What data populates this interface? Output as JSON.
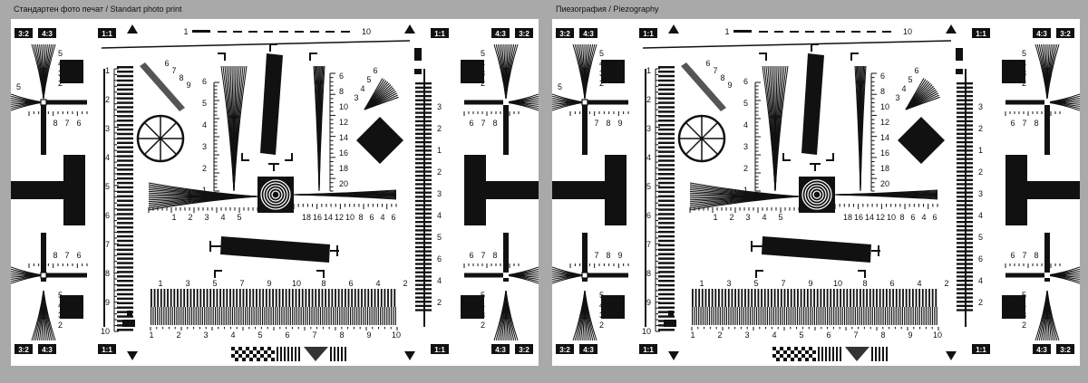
{
  "captions": {
    "left": "Стандартен фото печат / Standart photo print",
    "right": "Пиезография / Piezography"
  },
  "chart_text": {
    "ratio_32": "3:2",
    "ratio_43": "4:3",
    "ratio_11": "1:1",
    "top_scale": {
      "start": "1",
      "end": "10"
    },
    "fan_left_numbers": [
      "6",
      "7",
      "8",
      "9"
    ],
    "fan_right_numbers": [
      "6",
      "5",
      "4",
      "3"
    ],
    "vert_scale_numbers": [
      "6",
      "8",
      "10",
      "12",
      "14",
      "16",
      "18",
      "20"
    ],
    "left_vscale_numbers": [
      "1",
      "2",
      "3",
      "4",
      "5",
      "6"
    ],
    "left_small_numbers": [
      "2",
      "3",
      "4",
      "5"
    ],
    "tall_left_numbers": [
      "1",
      "2",
      "3",
      "4",
      "5",
      "6",
      "7",
      "8",
      "9",
      "10"
    ],
    "right_col_numbers": [
      "3",
      "2",
      "1",
      "2",
      "3",
      "4",
      "5",
      "6",
      "4",
      "2"
    ],
    "h_left_numbers": [
      "1",
      "2",
      "3",
      "4",
      "5"
    ],
    "h_right_numbers": [
      "18",
      "16",
      "14",
      "12",
      "10",
      "8",
      "6",
      "4",
      "6"
    ],
    "bottom_upper_numbers": [
      "1",
      "3",
      "5",
      "7",
      "9",
      "10",
      "8",
      "6",
      "4",
      "2"
    ],
    "bottom_lower_numbers": [
      "1",
      "2",
      "3",
      "4",
      "5",
      "6",
      "7",
      "8",
      "9",
      "10"
    ],
    "cross_top_numbers": [
      "2",
      "3",
      "4",
      "5"
    ],
    "cross_mid_numbers": [
      "9",
      "8",
      "7",
      "6"
    ],
    "cross_right_mid_numbers": [
      "6",
      "7",
      "8",
      "9"
    ],
    "cross_left_small": "5"
  }
}
